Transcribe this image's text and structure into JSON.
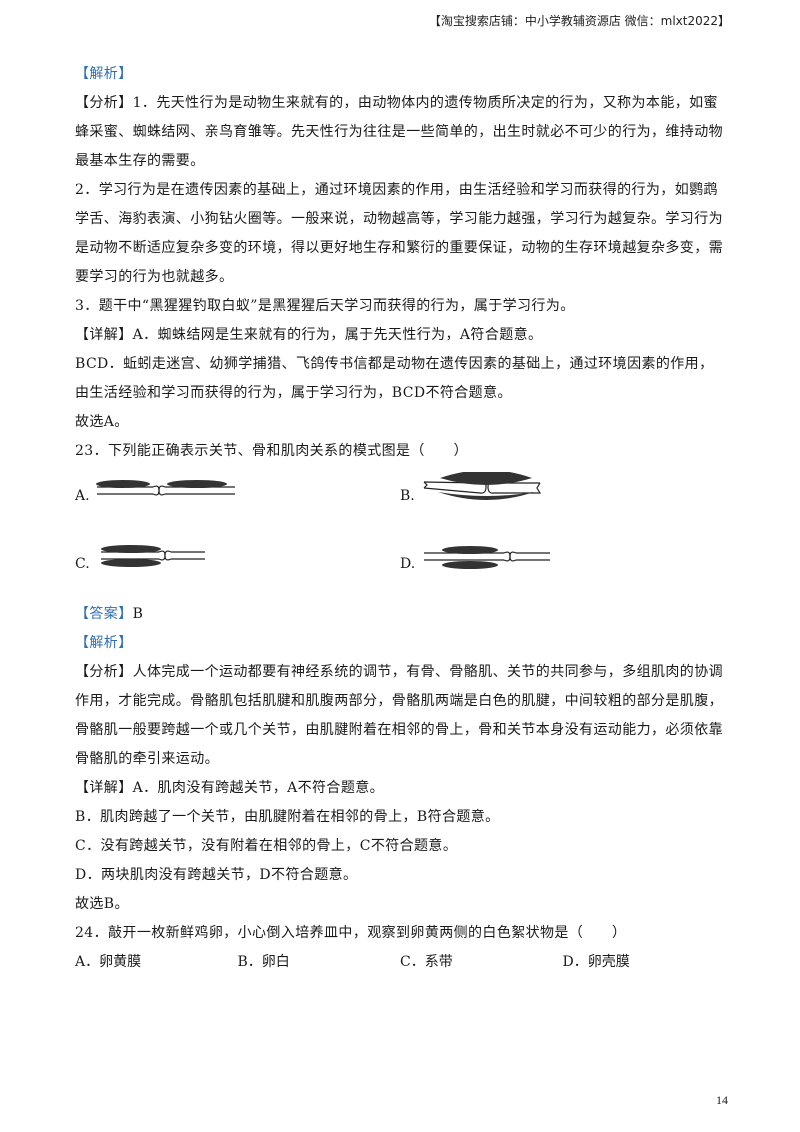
{
  "header": {
    "shop": "【淘宝搜索店铺：中小学教辅资源店  微信：mlxt2022】"
  },
  "q22": {
    "jiexi_tag": "【解析】",
    "fenxi_tag": "【分析】",
    "fenxi_1": "1．先天性行为是动物生来就有的，由动物体内的遗传物质所决定的行为，又称为本能，如蜜蜂采蜜、蜘蛛结网、亲鸟育雏等。先天性行为往往是一些简单的，出生时就必不可少的行为，维持动物最基本生存的需要。",
    "fenxi_2": "2．学习行为是在遗传因素的基础上，通过环境因素的作用，由生活经验和学习而获得的行为，如鹦鹉学舌、海豹表演、小狗钻火圈等。一般来说，动物越高等，学习能力越强，学习行为越复杂。学习行为是动物不断适应复杂多变的环境，得以更好地生存和繁衍的重要保证，动物的生存环境越复杂多变，需要学习的行为也就越多。",
    "fenxi_3": "3．题干中“黑猩猩钓取白蚁”是黑猩猩后天学习而获得的行为，属于学习行为。",
    "xiangjie_tag": "【详解】",
    "xiangjie_a": "A．蜘蛛结网是生来就有的行为，属于先天性行为，A符合题意。",
    "xiangjie_bcd": "BCD．蚯蚓走迷宫、幼狮学捕猎、飞鸽传书信都是动物在遗传因素的基础上，通过环境因素的作用，由生活经验和学习而获得的行为，属于学习行为，BCD不符合题意。",
    "conclusion": "故选A。"
  },
  "q23": {
    "stem": "23．下列能正确表示关节、骨和肌肉关系的模式图是（　　）",
    "option_a_label": "A.",
    "option_b_label": "B.",
    "option_c_label": "C.",
    "option_d_label": "D.",
    "answer_tag": "【答案】",
    "answer_value": "B",
    "jiexi_tag": "【解析】",
    "fenxi_tag": "【分析】",
    "fenxi": "人体完成一个运动都要有神经系统的调节，有骨、骨骼肌、关节的共同参与，多组肌肉的协调作用，才能完成。骨骼肌包括肌腱和肌腹两部分，骨骼肌两端是白色的肌腱，中间较粗的部分是肌腹，骨骼肌一般要跨越一个或几个关节，由肌腱附着在相邻的骨上，骨和关节本身没有运动能力，必须依靠骨骼肌的牵引来运动。",
    "xiangjie_tag": "【详解】",
    "xiangjie_a": "A．肌肉没有跨越关节，A不符合题意。",
    "xiangjie_b": "B．肌肉跨越了一个关节，由肌腱附着在相邻的骨上，B符合题意。",
    "xiangjie_c": "C．没有跨越关节，没有附着在相邻的骨上，C不符合题意。",
    "xiangjie_d": "D．两块肌肉没有跨越关节，D不符合题意。",
    "conclusion": "故选B。"
  },
  "q24": {
    "stem": "24．敲开一枚新鲜鸡卵，小心倒入培养皿中，观察到卵黄两侧的白色絮状物是（　　）",
    "choices": [
      "A．卵黄膜",
      "B．卵白",
      "C．系带",
      "D．卵壳膜"
    ]
  },
  "page_number": "14"
}
